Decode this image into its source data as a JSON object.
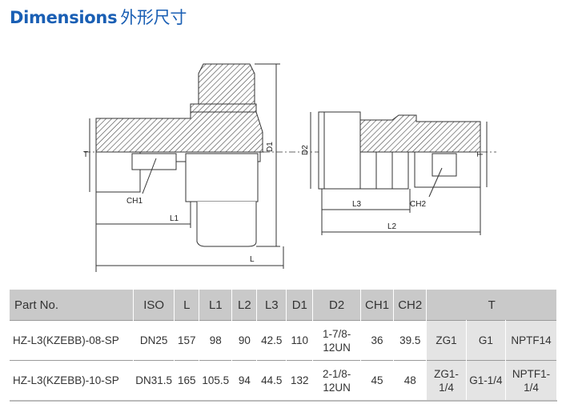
{
  "title": {
    "en": "Dimensions",
    "cn": "外形尺寸"
  },
  "drawing_labels": {
    "t": "T",
    "d1": "D1",
    "d2": "D2",
    "ch1": "CH1",
    "ch2": "CH2",
    "l1": "L1",
    "l": "L",
    "l2": "L2",
    "l3": "L3"
  },
  "table": {
    "headers": {
      "part_no": "Part No.",
      "iso": "ISO",
      "l": "L",
      "l1": "L1",
      "l2": "L2",
      "l3": "L3",
      "d1": "D1",
      "d2": "D2",
      "ch1": "CH1",
      "ch2": "CH2",
      "t": "T"
    },
    "rows": [
      {
        "part_no": "HZ-L3(KZEBB)-08-SP",
        "iso": "DN25",
        "l": "157",
        "l1": "98",
        "l2": "90",
        "l3": "42.5",
        "d1": "110",
        "d2": "1-7/8-12UN",
        "ch1": "36",
        "ch2": "39.5",
        "t1": "ZG1",
        "t2": "G1",
        "t3": "NPTF14"
      },
      {
        "part_no": "HZ-L3(KZEBB)-10-SP",
        "iso": "DN31.5",
        "l": "165",
        "l1": "105.5",
        "l2": "94",
        "l3": "44.5",
        "d1": "132",
        "d2": "2-1/8-12UN",
        "ch1": "45",
        "ch2": "48",
        "t1": "ZG1-1/4",
        "t2": "G1-1/4",
        "t3": "NPTF1-1/4"
      }
    ]
  }
}
